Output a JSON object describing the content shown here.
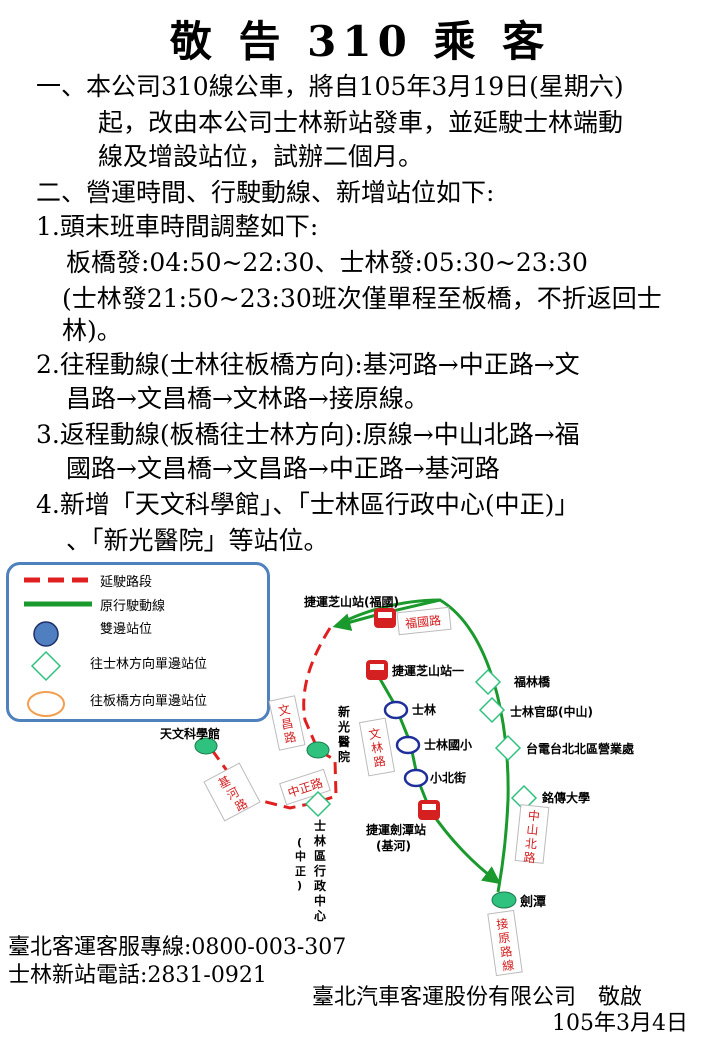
{
  "title": "敬 告 310 乘 客",
  "notice": {
    "item1": [
      "一、本公司310線公車，將自105年3月19日(星期六)",
      "起，改由本公司士林新站發車，並延駛士林端動",
      "線及增設站位，試辦二個月。"
    ],
    "item2": "二、營運時間、行駛動線、新增站位如下:",
    "sub1_head": "1.頭末班車時間調整如下:",
    "sub1_time": "板橋發:04:50~22:30、士林發:05:30~23:30",
    "sub1_note": [
      "(士林發21:50~23:30班次僅單程至板橋，不折返回士",
      "林)。"
    ],
    "sub2": [
      "2.往程動線(士林往板橋方向):基河路→中正路→文",
      "昌路→文昌橋→文林路→接原線。"
    ],
    "sub3": [
      "3.返程動線(板橋往士林方向):原線→中山北路→福",
      "國路→文昌橋→文昌路→中正路→基河路"
    ],
    "sub4": [
      "4.新增「天文科學館」、「士林區行政中心(中正)」",
      "、「新光醫院」等站位。"
    ]
  },
  "legend": {
    "extension": "延駛路段",
    "original": "原行駛動線",
    "both": "雙邊站位",
    "to_shilin": "往士林方向單邊站位",
    "to_banqiao": "往板橋方向單邊站位"
  },
  "map": {
    "mrt_zhishan_fuguo": "捷運芝山站(福國)",
    "fuguo_road": "福國路",
    "mrt_zhishan_1": "捷運芝山站一",
    "fulin_bridge": "福林橋",
    "shilin_residence": "士林官邸(中山)",
    "taipower": "台電台北北區營業處",
    "mingchuan": "銘傳大學",
    "zhongshan_north_road": "中山北路",
    "jiantan": "劍潭",
    "connect_original": "接原路線",
    "shilin": "士林",
    "shilin_elementary": "士林國小",
    "xiaobei_street": "小北街",
    "mrt_jiantan": [
      "捷運劍潭站",
      "(基河)"
    ],
    "wenlin_road": "文林路",
    "wenchang_road": "文昌路",
    "shin_kong_hospital": "新光醫院",
    "astronomy_museum": "天文科學館",
    "jihe_road": "基河路",
    "zhongzheng_road": "中正路",
    "district_office": "士林區行政中心",
    "district_office_sub": "(中正)"
  },
  "contact": {
    "hotline": "臺北客運客服專線:0800-003-307",
    "station_phone": "士林新站電話:2831-0921",
    "company": "臺北汽車客運股份有限公司　敬啟",
    "date": "105年3月4日"
  },
  "colors": {
    "green": "#1a9a2c",
    "red": "#e02020",
    "blue": "#1f2f9a",
    "station_green": "#2ec27e",
    "legend_border": "#4f81bd",
    "circle_blue": "#4f7fc0",
    "orange": "#f0a050",
    "mrt_red": "#d42020"
  }
}
